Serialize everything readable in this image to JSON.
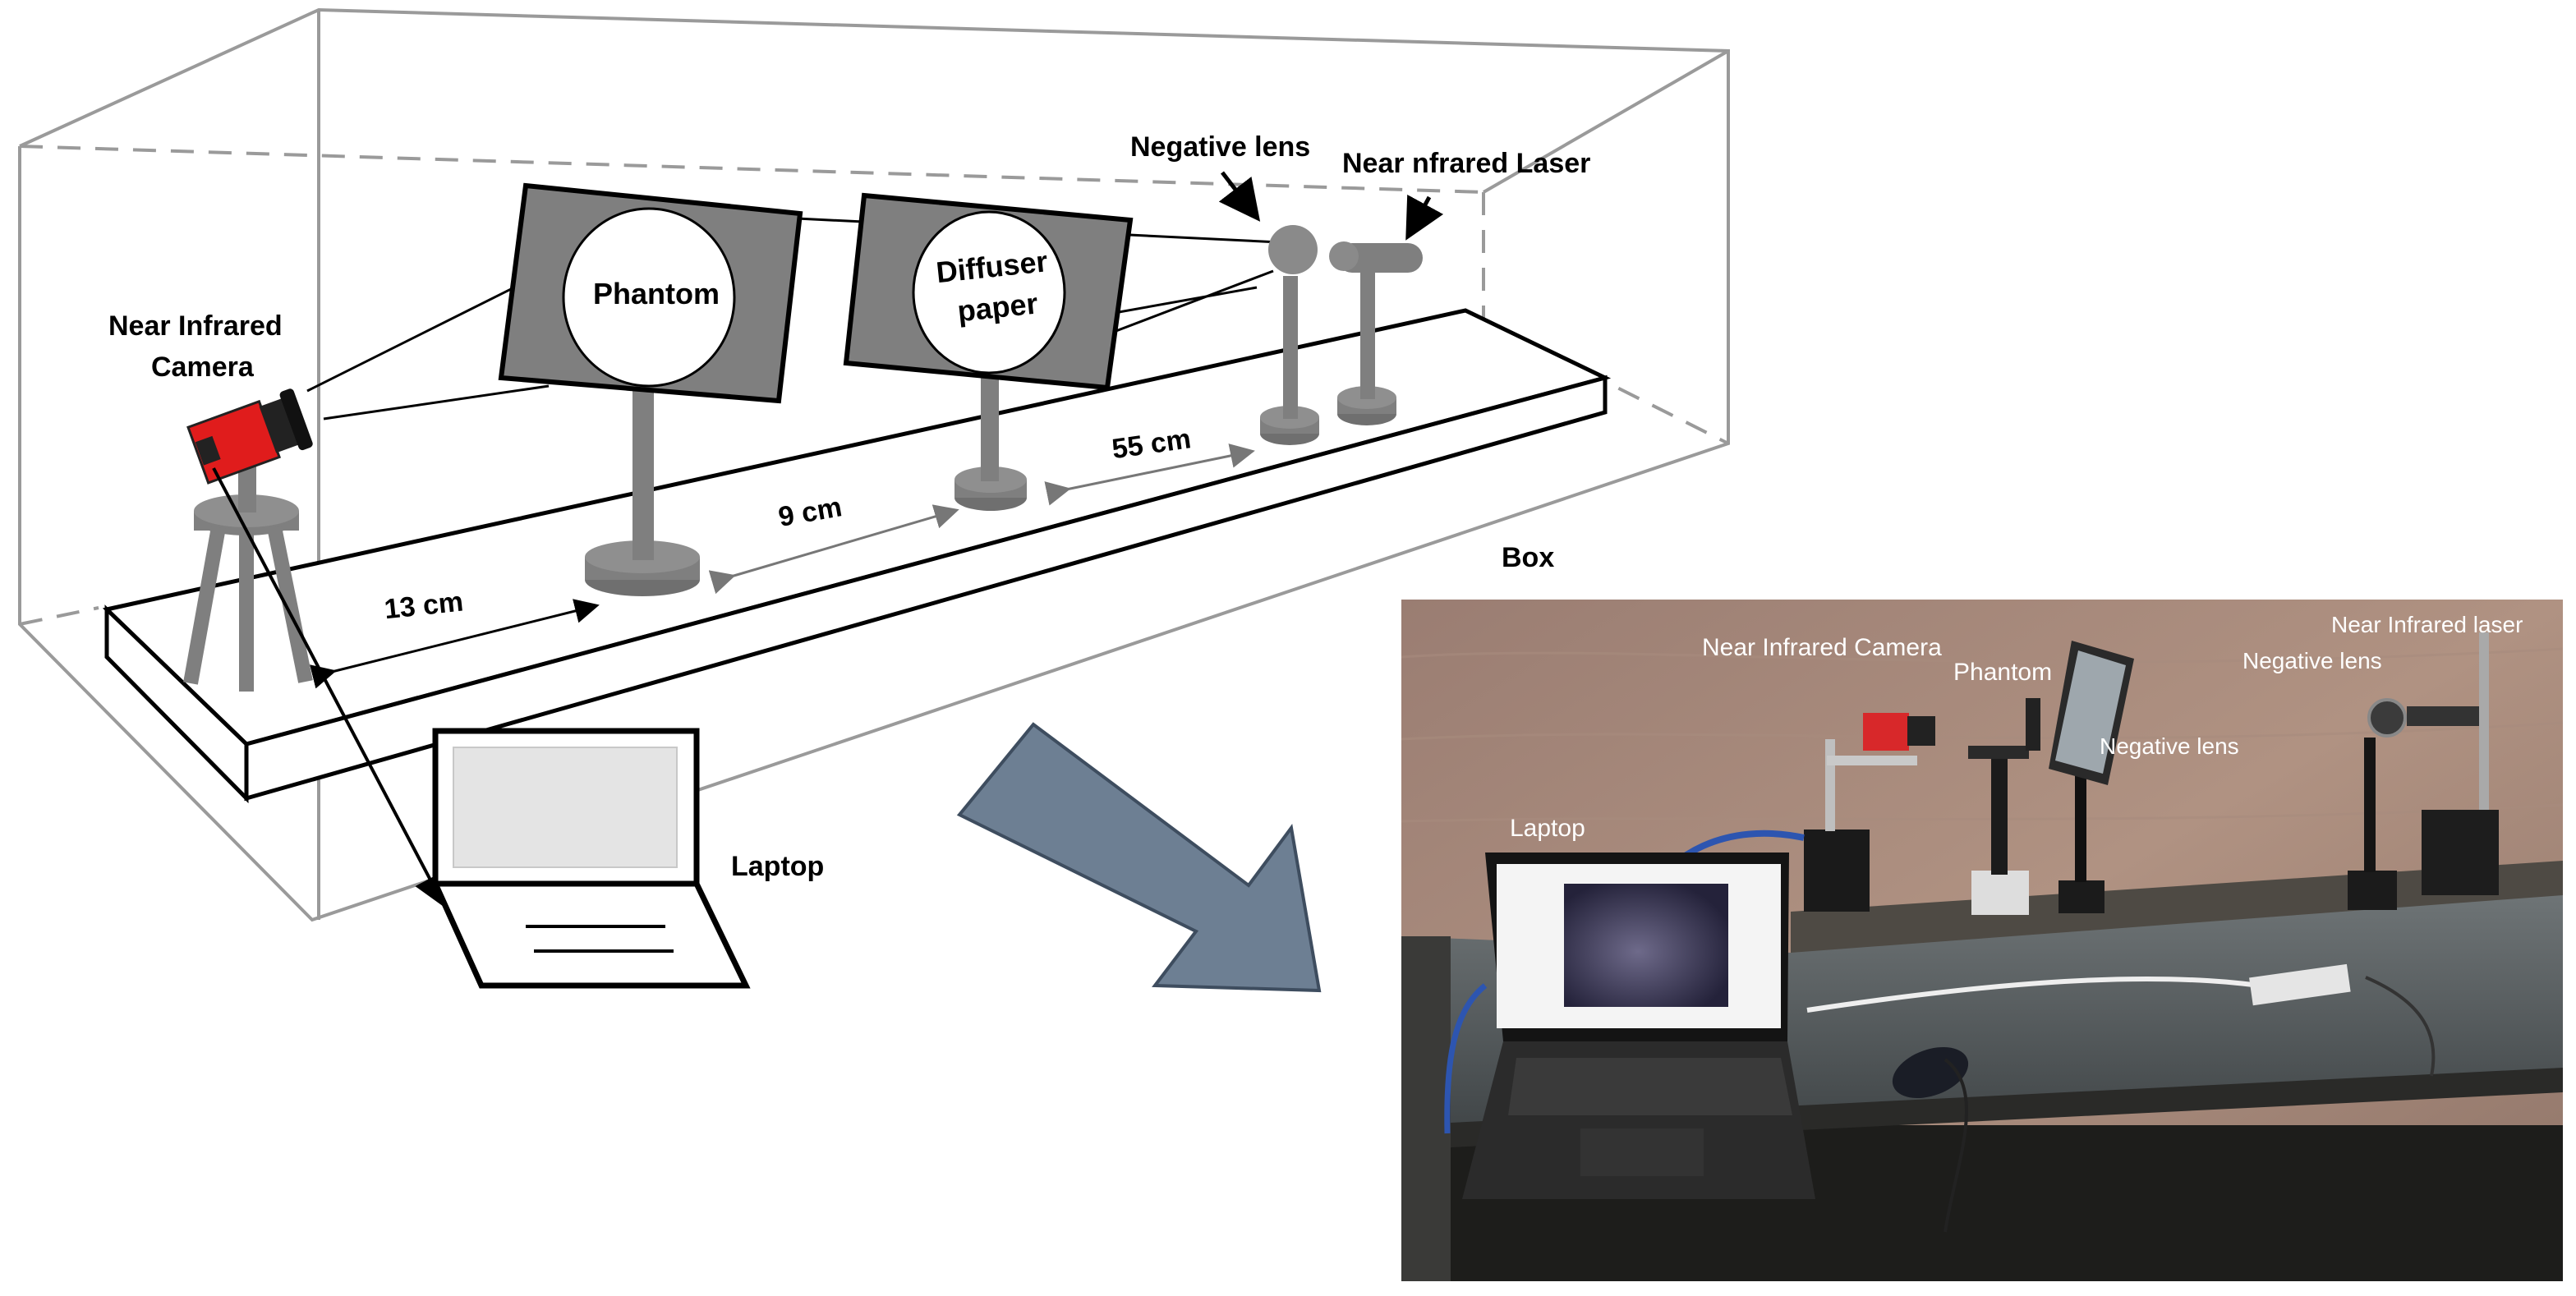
{
  "schematic": {
    "labels": {
      "negative_lens": "Negative lens",
      "laser": "Near nfrared Laser",
      "camera_line1": "Near Infrared",
      "camera_line2": "Camera",
      "phantom": "Phantom",
      "diffuser_line1": "Diffuser",
      "diffuser_line2": "paper",
      "box": "Box",
      "laptop": "Laptop"
    },
    "distances": {
      "d1": "13 cm",
      "d2": "9 cm",
      "d3": "55 cm"
    }
  },
  "photo": {
    "labels": {
      "camera": "Near Infrared Camera",
      "phantom": "Phantom",
      "laser": "Near Infrared laser",
      "negative_lens_right": "Negative lens",
      "negative_lens_mid": "Negative lens",
      "laptop": "Laptop"
    }
  },
  "colors": {
    "gray_fill": "#7f7f7f",
    "camera_red": "#e01c1c",
    "arrow_fill": "#6d7f93"
  }
}
